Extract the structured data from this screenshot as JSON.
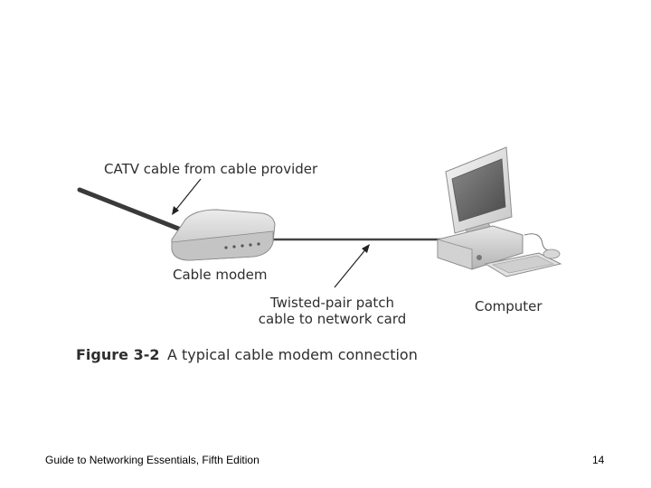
{
  "diagram": {
    "labels": {
      "catv_cable": "CATV cable from cable provider",
      "cable_modem": "Cable modem",
      "patch_cable_line1": "Twisted-pair patch",
      "patch_cable_line2": "cable to network card",
      "computer": "Computer"
    },
    "caption": {
      "number": "Figure 3-2",
      "text": "A typical cable modem connection"
    }
  },
  "footer": {
    "book_title": "Guide to Networking Essentials, Fifth Edition",
    "page_number": "14"
  }
}
